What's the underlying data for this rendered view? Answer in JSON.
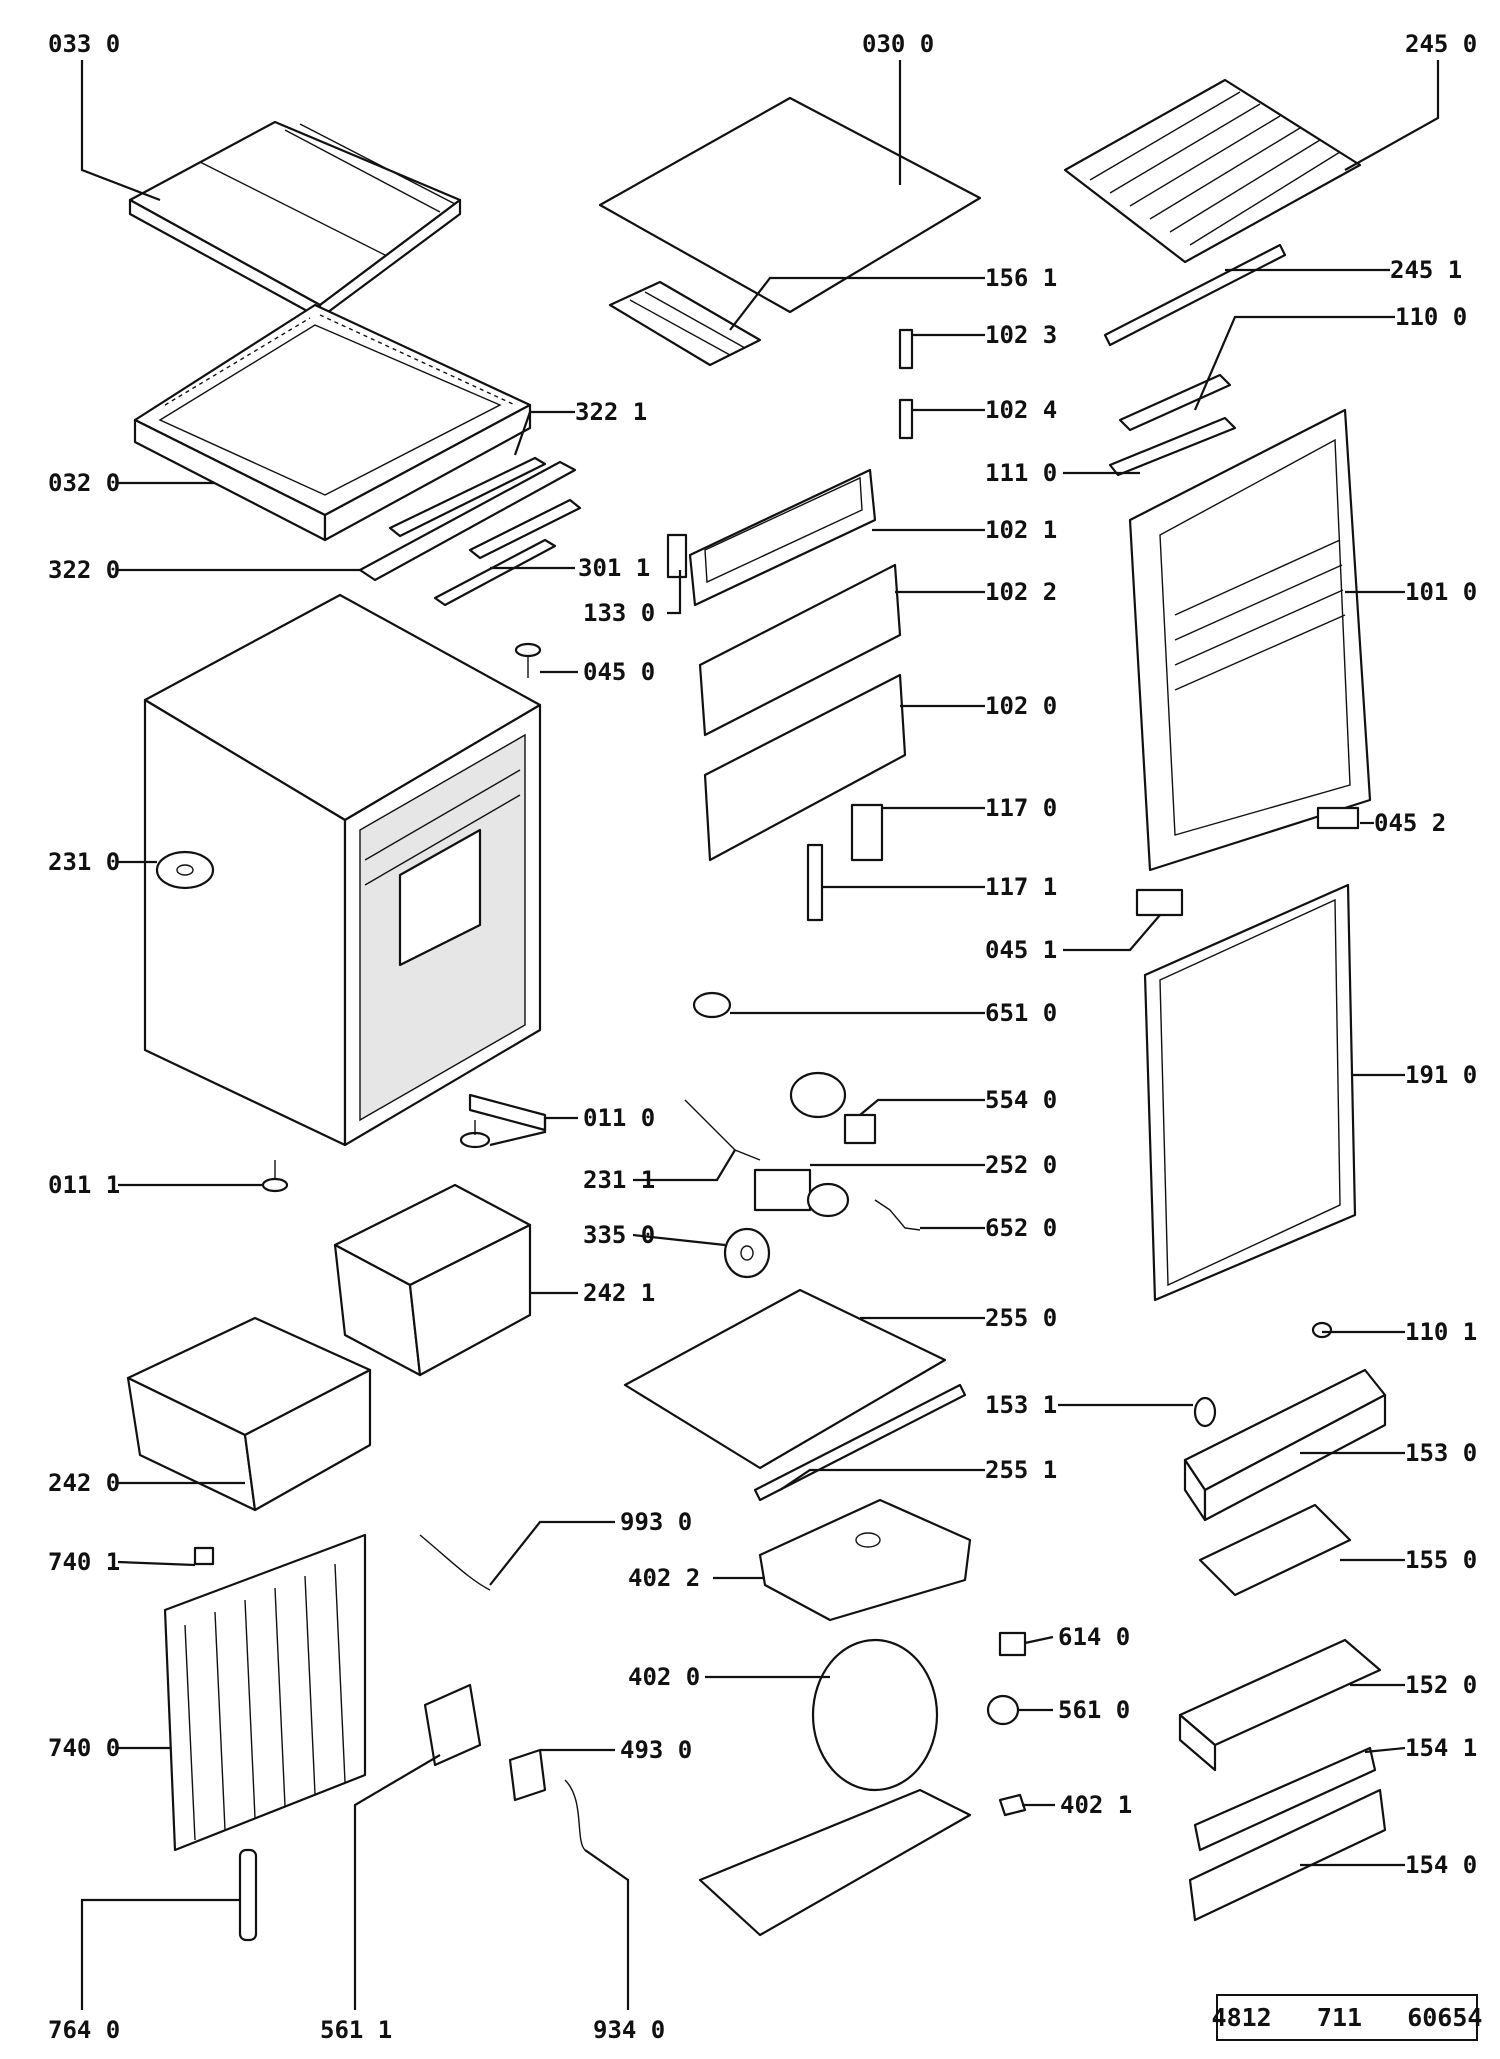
{
  "callouts": [
    {
      "id": "c0330",
      "text": "033 0"
    },
    {
      "id": "c0300",
      "text": "030 0"
    },
    {
      "id": "c2450",
      "text": "245 0"
    },
    {
      "id": "c1561",
      "text": "156 1"
    },
    {
      "id": "c2451",
      "text": "245 1"
    },
    {
      "id": "c1023",
      "text": "102 3"
    },
    {
      "id": "c1100",
      "text": "110 0"
    },
    {
      "id": "c3221",
      "text": "322 1"
    },
    {
      "id": "c1024",
      "text": "102 4"
    },
    {
      "id": "c0320",
      "text": "032 0"
    },
    {
      "id": "c1110",
      "text": "111 0"
    },
    {
      "id": "c1021",
      "text": "102 1"
    },
    {
      "id": "c3220",
      "text": "322 0"
    },
    {
      "id": "c3011",
      "text": "301 1"
    },
    {
      "id": "c1022",
      "text": "102 2"
    },
    {
      "id": "c1010",
      "text": "101 0"
    },
    {
      "id": "c1330",
      "text": "133 0"
    },
    {
      "id": "c0450",
      "text": "045 0"
    },
    {
      "id": "c1020",
      "text": "102 0"
    },
    {
      "id": "c1170",
      "text": "117 0"
    },
    {
      "id": "c0452",
      "text": "045 2"
    },
    {
      "id": "c2310",
      "text": "231 0"
    },
    {
      "id": "c1171",
      "text": "117 1"
    },
    {
      "id": "c0451",
      "text": "045 1"
    },
    {
      "id": "c6510",
      "text": "651 0"
    },
    {
      "id": "c1910",
      "text": "191 0"
    },
    {
      "id": "c5540",
      "text": "554 0"
    },
    {
      "id": "c0110",
      "text": "011 0"
    },
    {
      "id": "c2520",
      "text": "252 0"
    },
    {
      "id": "c2311",
      "text": "231 1"
    },
    {
      "id": "c0111",
      "text": "011 1"
    },
    {
      "id": "c6520",
      "text": "652 0"
    },
    {
      "id": "c3350",
      "text": "335 0"
    },
    {
      "id": "c2421",
      "text": "242 1"
    },
    {
      "id": "c2550",
      "text": "255 0"
    },
    {
      "id": "c1101",
      "text": "110 1"
    },
    {
      "id": "c1531",
      "text": "153 1"
    },
    {
      "id": "c1530",
      "text": "153 0"
    },
    {
      "id": "c2551",
      "text": "255 1"
    },
    {
      "id": "c2420",
      "text": "242 0"
    },
    {
      "id": "c9930",
      "text": "993 0"
    },
    {
      "id": "c7401",
      "text": "740 1"
    },
    {
      "id": "c4022",
      "text": "402 2"
    },
    {
      "id": "c1550",
      "text": "155 0"
    },
    {
      "id": "c6140",
      "text": "614 0"
    },
    {
      "id": "c4020",
      "text": "402 0"
    },
    {
      "id": "c1520",
      "text": "152 0"
    },
    {
      "id": "c5610",
      "text": "561 0"
    },
    {
      "id": "c7400",
      "text": "740 0"
    },
    {
      "id": "c4930",
      "text": "493 0"
    },
    {
      "id": "c1541",
      "text": "154 1"
    },
    {
      "id": "c4021",
      "text": "402 1"
    },
    {
      "id": "c1540",
      "text": "154 0"
    },
    {
      "id": "c7640",
      "text": "764 0"
    },
    {
      "id": "c5611",
      "text": "561 1"
    },
    {
      "id": "c9340",
      "text": "934 0"
    }
  ],
  "document_number": "4812   711   60654"
}
